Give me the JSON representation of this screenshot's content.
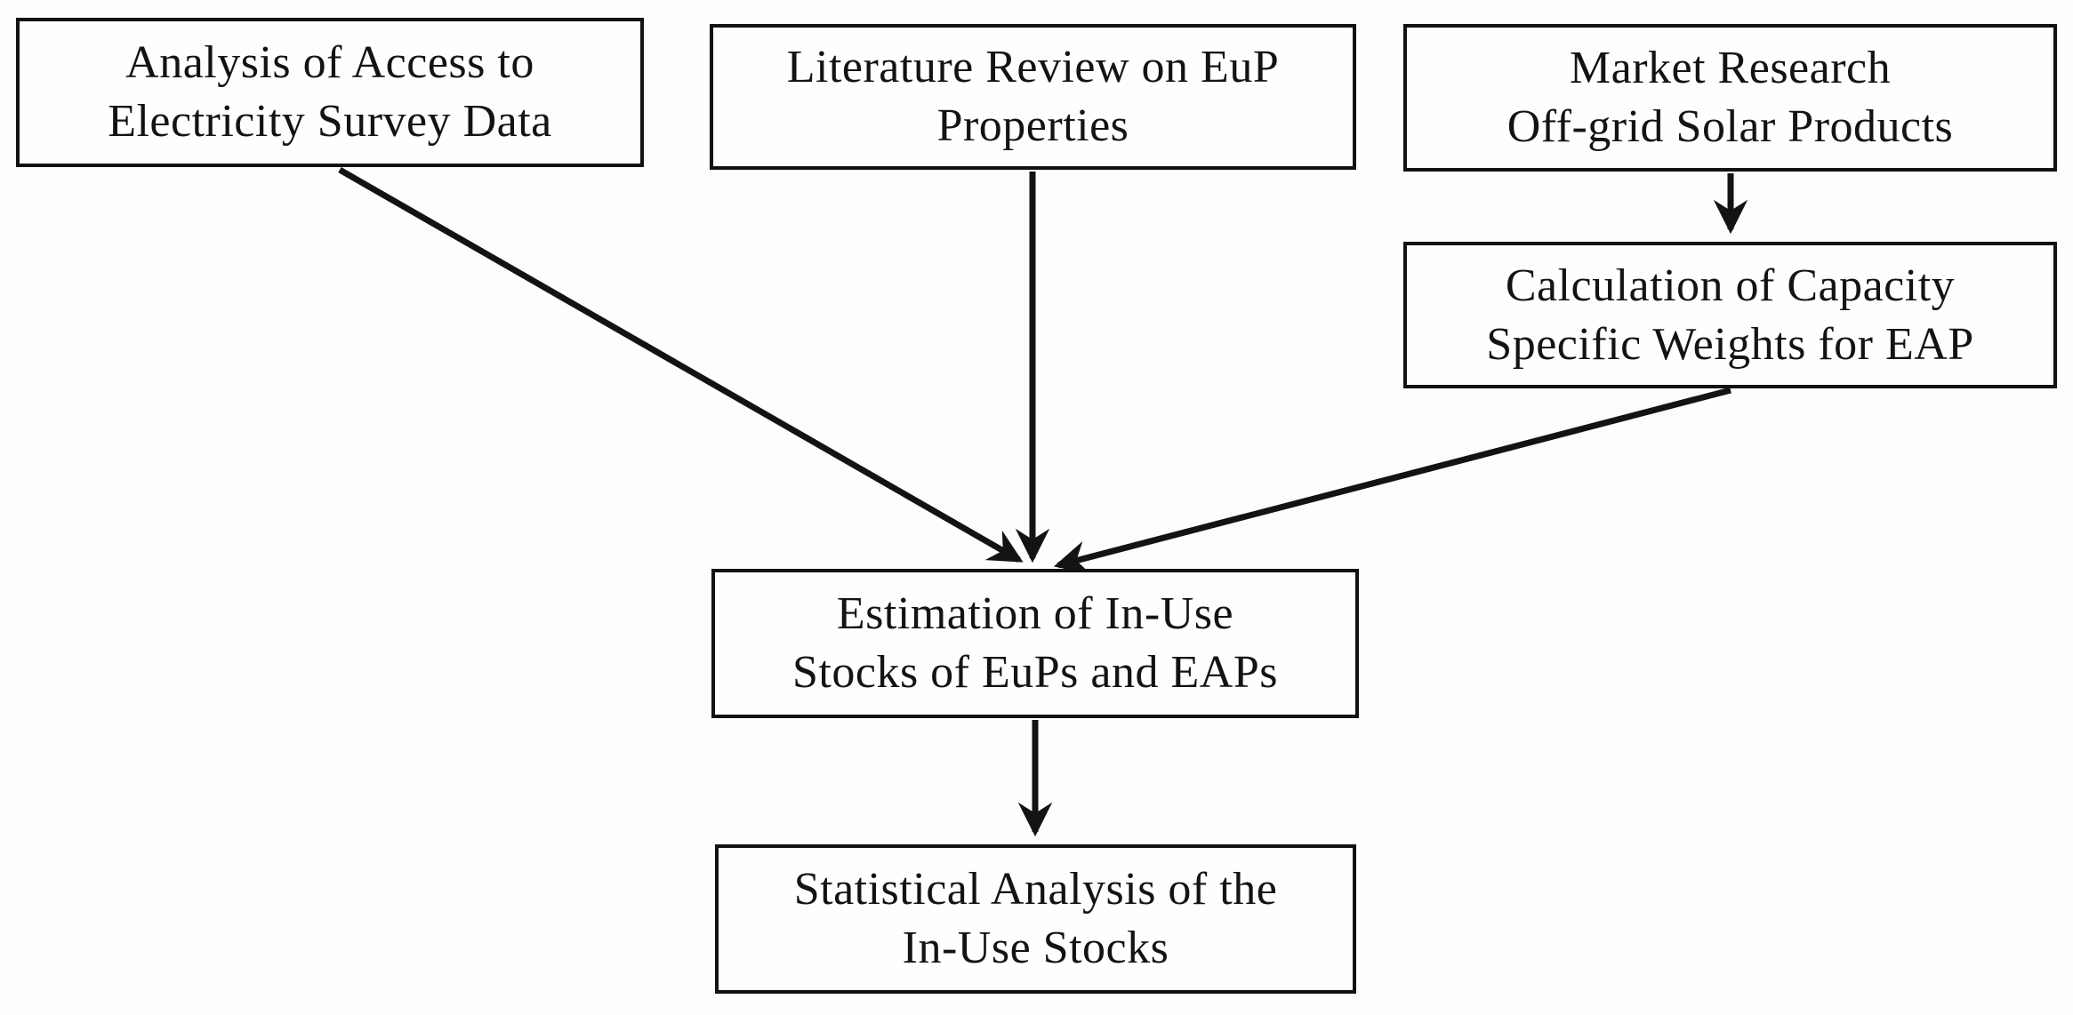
{
  "diagram": {
    "type": "flowchart",
    "background_color": "#fdfdfd",
    "line_color": "#131313",
    "box_border_color": "#121212",
    "box_fill_color": "#fefefe",
    "nodes": [
      {
        "id": "analysis",
        "label": "Analysis of Access to\nElectricity Survey Data"
      },
      {
        "id": "literature",
        "label": "Literature Review on EuP\nProperties"
      },
      {
        "id": "market",
        "label": "Market Research\nOff-grid Solar Products"
      },
      {
        "id": "calculation",
        "label": "Calculation of Capacity\nSpecific Weights for EAP"
      },
      {
        "id": "estimation",
        "label": "Estimation of In-Use\nStocks of EuPs and EAPs"
      },
      {
        "id": "statistical",
        "label": "Statistical Analysis of the\nIn-Use Stocks"
      }
    ],
    "edges": [
      {
        "from": "analysis",
        "to": "estimation"
      },
      {
        "from": "literature",
        "to": "estimation"
      },
      {
        "from": "market",
        "to": "calculation"
      },
      {
        "from": "calculation",
        "to": "estimation"
      },
      {
        "from": "estimation",
        "to": "statistical"
      }
    ]
  }
}
